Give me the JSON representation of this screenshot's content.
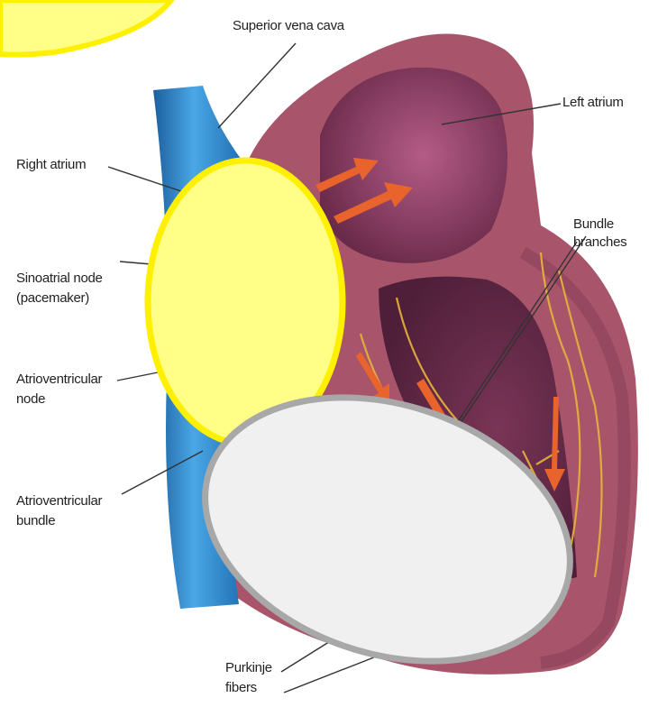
{
  "labels": {
    "superior_vena_cava": "Superior vena cava",
    "left_atrium": "Left atrium",
    "right_atrium": "Right atrium",
    "bundle_branches_line1": "Bundle",
    "bundle_branches_line2": "branches",
    "sinoatrial_line1": "Sinoatrial node",
    "sinoatrial_line2": "(pacemaker)",
    "av_node_line1": "Atrioventricular",
    "av_node_line2": "node",
    "av_bundle_line1": "Atrioventricular",
    "av_bundle_line2": "bundle",
    "purkinje_line1": "Purkinje",
    "purkinje_line2": "fibers"
  },
  "colors": {
    "heart_wall": "#a8556b",
    "chamber": "#6e2c4b",
    "vessel": "#2e86c8",
    "arrow": "#e8642c",
    "fiber": "#e6b53a",
    "callout_yellow": "#ffff88",
    "callout_yellow_border": "#ffef00",
    "callout_gray": "#f0f0f0",
    "callout_gray_border": "#a8a8a8"
  }
}
